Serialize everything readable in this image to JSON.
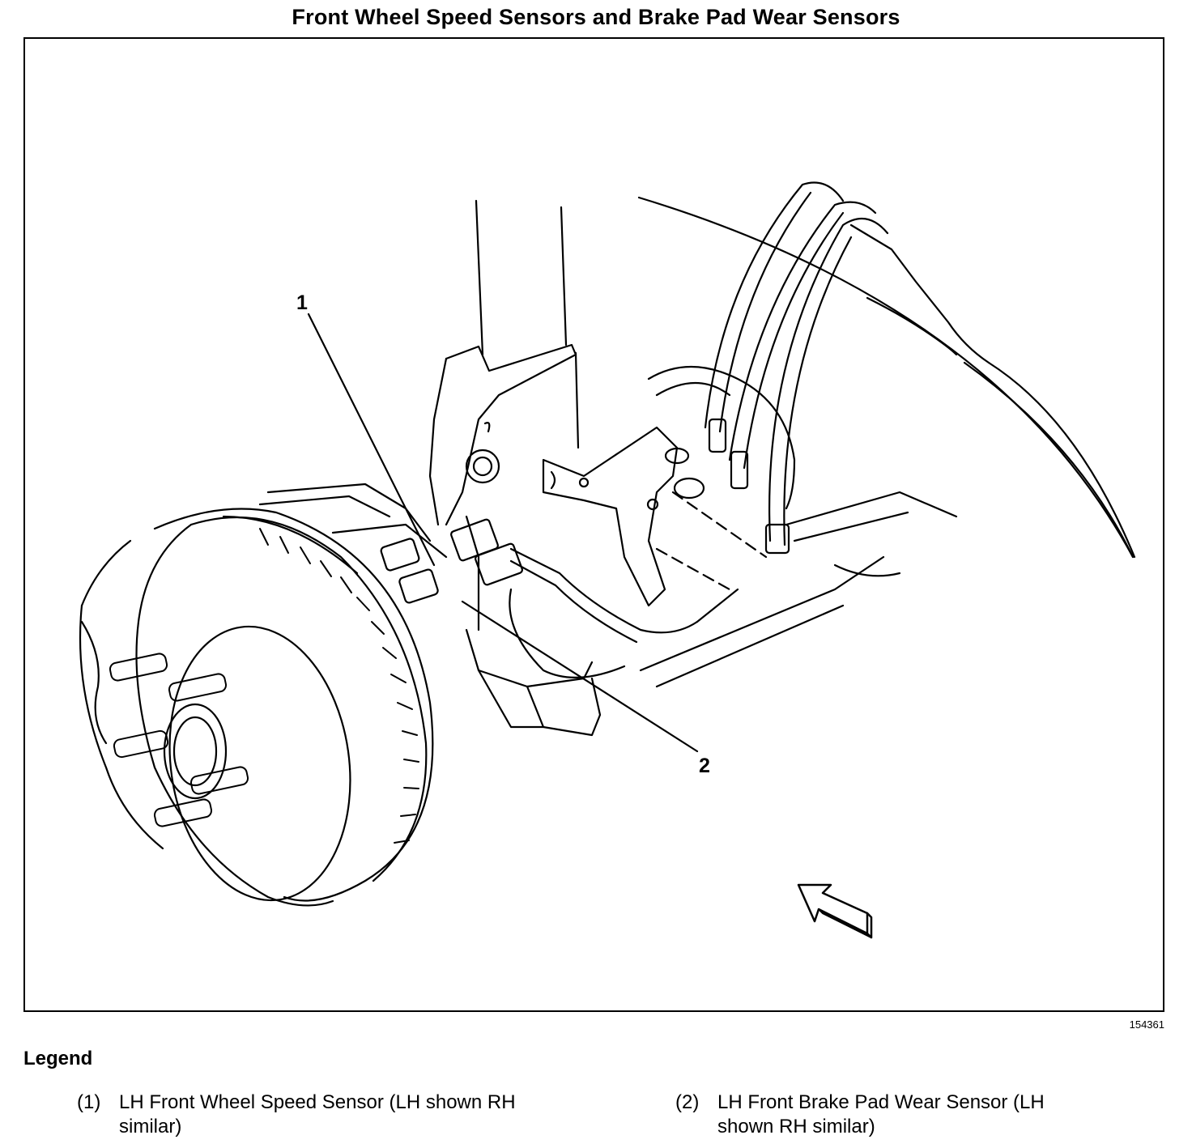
{
  "title": "Front Wheel Speed Sensors and Brake Pad Wear Sensors",
  "figure_id": "154361",
  "callouts": [
    "1",
    "2"
  ],
  "legend": {
    "title": "Legend",
    "items": [
      {
        "num": "(1)",
        "text": "LH Front Wheel Speed Sensor (LH shown RH similar)"
      },
      {
        "num": "(2)",
        "text": "LH Front Brake Pad Wear Sensor (LH shown RH similar)"
      }
    ]
  }
}
